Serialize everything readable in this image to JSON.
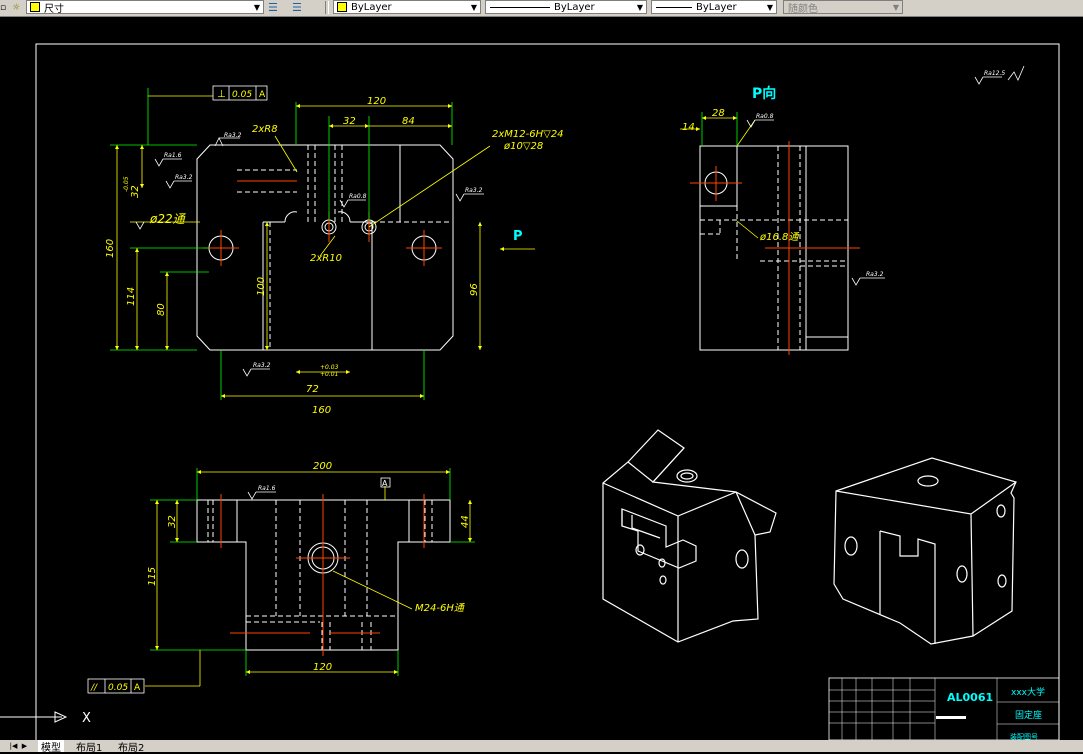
{
  "toolbar": {
    "dimstyle_value": "尺寸",
    "layer_value": "ByLayer",
    "linetype_value": "ByLayer",
    "lineweight_value": "ByLayer",
    "plotstyle_value": "随颜色"
  },
  "tabs": [
    {
      "label": "模型"
    },
    {
      "label": "布局1"
    },
    {
      "label": "布局2"
    }
  ],
  "front_view": {
    "dims": {
      "d120": "120",
      "d32": "32",
      "d84": "84",
      "d160_v": "160",
      "d114": "114",
      "d80": "80",
      "d100": "100",
      "d96": "96",
      "d72": "72",
      "d160_h": "160",
      "d32_tol": "32",
      "d2xr8": "2xR8",
      "d2xr10": "2xR10",
      "thread_note": "2xM12-6H▽24",
      "hole_note": "ø10▽28",
      "phi22": "ø22通",
      "tol_box_sym": "⊥",
      "tol_box_val": "0.05",
      "tol_box_ref": "A",
      "tol_72_upper": "+0.03",
      "tol_72_lower": "+0.01",
      "tol_32_upper": "-0.05",
      "ra32": "Ra3.2",
      "ra16": "Ra1.6",
      "ra08": "Ra0.8"
    },
    "arrow_label": "P"
  },
  "side_view": {
    "title": "P向",
    "d28": "28",
    "d14": "14",
    "hole_note": "ø16.8通",
    "ra08": "Ra0.8",
    "ra32": "Ra3.2"
  },
  "top_view": {
    "d200": "200",
    "d32": "32",
    "d44": "44",
    "d115": "115",
    "d120": "120",
    "thread_note": "M24-6H通",
    "datum": "A",
    "ra16": "Ra1.6",
    "tol_sym": "//",
    "tol_val": "0.05",
    "tol_ref": "A"
  },
  "roughness_note": "Ra12.5",
  "title_block": {
    "drawing_no": "AL0061",
    "university": "xxx大学",
    "part_name": "固定座",
    "tail": "装配图号"
  },
  "ucs": {
    "x": "X"
  },
  "colors": {
    "background": "#000000",
    "line": "#ffffff",
    "dimension": "#ffff00",
    "center": "#ff4500",
    "extension": "#00ff00",
    "title_text": "#00ffff"
  }
}
